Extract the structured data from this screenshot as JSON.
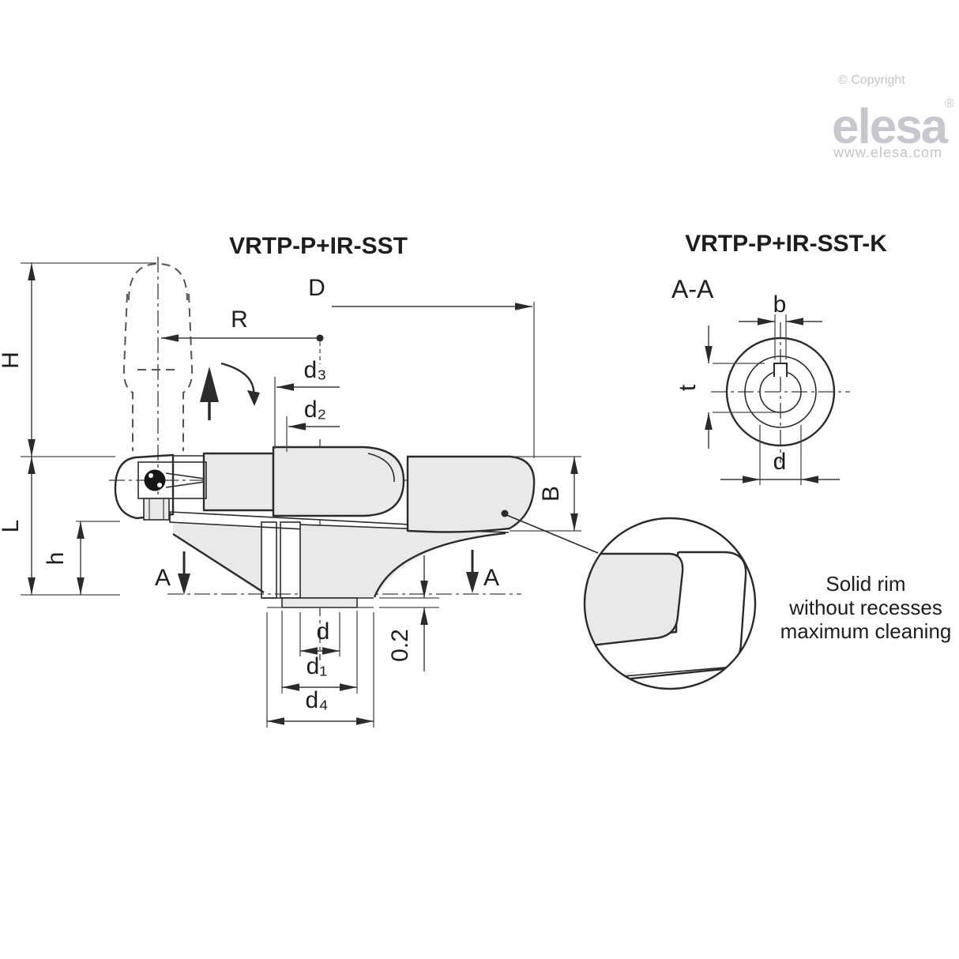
{
  "branding": {
    "copyright_label": "© Copyright",
    "logo_text": "elesa",
    "registered_mark": "®",
    "website": "www.elesa.com"
  },
  "main_view": {
    "title": "VRTP-P+IR-SST",
    "dim_labels": {
      "H": "H",
      "L": "L",
      "h": "h",
      "R": "R",
      "D": "D",
      "d3": "d₃",
      "d2": "d₂",
      "B": "B",
      "section_arrow_left": "A",
      "section_arrow_right": "A",
      "d": "d",
      "d1": "d₁",
      "d4": "d₄",
      "rim_clearance": "0.2"
    }
  },
  "section_view": {
    "title": "VRTP-P+IR-SST-K",
    "section_label": "A-A",
    "dim_labels": {
      "b": "b",
      "t": "t",
      "d": "d"
    }
  },
  "detail_view": {
    "note_line1": "Solid rim",
    "note_line2": "without recesses",
    "note_line3": "maximum cleaning"
  },
  "colors": {
    "line": "#2b2b2b",
    "light_fill": "#e8e9e9",
    "logo_gray": "#c7c7cf"
  }
}
